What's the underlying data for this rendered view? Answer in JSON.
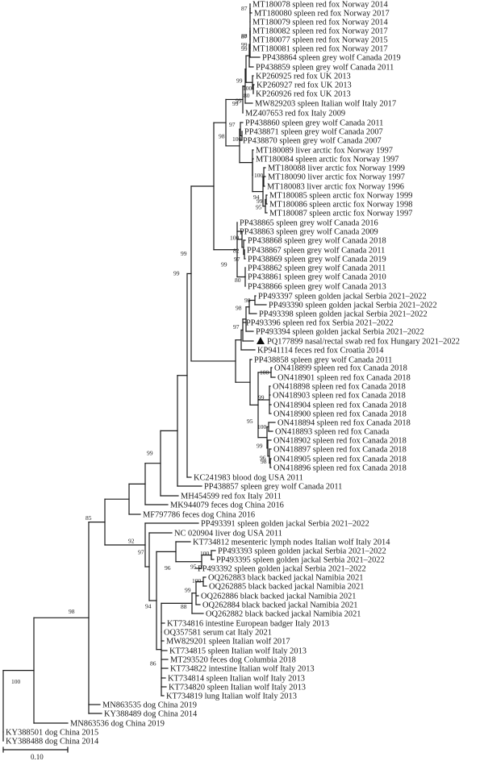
{
  "tree": {
    "scale_bar_label": "0.10",
    "marker": "triangle",
    "leaves": [
      {
        "id": "A0",
        "label": "MT180078 spleen red fox Norway 2014"
      },
      {
        "id": "A1",
        "label": "MT180080 spleen red fox Norway 2017"
      },
      {
        "id": "A2",
        "label": "MT180079 spleen red fox Norway 2014"
      },
      {
        "id": "A3",
        "label": "MT180082 spleen red fox Norway 2017"
      },
      {
        "id": "A4",
        "label": "MT180077 spleen red fox Norway 2015"
      },
      {
        "id": "A5",
        "label": "MT180081 spleen red fox Norway 2017"
      },
      {
        "id": "A6",
        "label": "PP438864 spleen grey wolf Canada 2019"
      },
      {
        "id": "A7",
        "label": "PP438859 spleen grey wolf Canada 2011"
      },
      {
        "id": "A8",
        "label": "KP260925 red fox UK 2013"
      },
      {
        "id": "A9",
        "label": "KP260927 red fox UK 2013"
      },
      {
        "id": "A10",
        "label": "KP260926 red fox UK 2013"
      },
      {
        "id": "A11",
        "label": "MW829203 spleen Italian wolf Italy 2017"
      },
      {
        "id": "A12",
        "label": "MZ407653 red fox Italy 2009"
      },
      {
        "id": "B0",
        "label": "PP438860 spleen grey wolf Canada 2011"
      },
      {
        "id": "B1",
        "label": "PP438871 spleen grey wolf Canada 2007"
      },
      {
        "id": "B2",
        "label": "PP438870 spleen grey wolf Canada 2007"
      },
      {
        "id": "C0",
        "label": "MT180089 liver arctic fox Norway 1997"
      },
      {
        "id": "C1",
        "label": "MT180084 spleen arctic fox Norway 1997"
      },
      {
        "id": "C2",
        "label": "MT180088 liver arctic fox Norway 1999"
      },
      {
        "id": "C3",
        "label": "MT180090 liver arctic fox Norway 1997"
      },
      {
        "id": "C4",
        "label": "MT180083 liver arctic fox Norway 1996"
      },
      {
        "id": "C5",
        "label": "MT180085 spleen arctic fox Norway 1999"
      },
      {
        "id": "C6",
        "label": "MT180086 spleen arctic fox Norway 1998"
      },
      {
        "id": "C7",
        "label": "MT180087 spleen arctic fox Norway 1997"
      },
      {
        "id": "D0",
        "label": "PP438865 spleen grey wolf Canada 2016"
      },
      {
        "id": "D1",
        "label": "PP438863 spleen grey wolf Canada 2009"
      },
      {
        "id": "D2",
        "label": "PP438868 spleen grey wolf Canada 2018"
      },
      {
        "id": "D3",
        "label": "PP438867 spleen grey wolf Canada 2011"
      },
      {
        "id": "D4",
        "label": "PP438869 spleen grey wolf Canada 2019"
      },
      {
        "id": "D5",
        "label": "PP438862 spleen grey wolf Canada 2011"
      },
      {
        "id": "D6",
        "label": "PP438861 spleen grey wolf Canada 2010"
      },
      {
        "id": "D7",
        "label": "PP438866 spleen grey wolf Canada 2013"
      },
      {
        "id": "E0",
        "label": "PP493397 spleen golden jackal Serbia 2021–2022"
      },
      {
        "id": "E1",
        "label": "PP493390 spleen golden jackal Serbia 2021–2022"
      },
      {
        "id": "E2",
        "label": "PP493398 spleen golden jackal Serbia 2021–2022"
      },
      {
        "id": "E3",
        "label": "PP493396 spleen red fox Serbia 2021–2022"
      },
      {
        "id": "E4",
        "label": "PP493394 spleen golden jackal Serbia 2021–2022"
      },
      {
        "id": "E5",
        "label": "PQ177899 nasal/rectal swab red fox Hungary 2021–2022",
        "marked": true
      },
      {
        "id": "E6",
        "label": "KP941114 feces red fox Croatia 2014"
      },
      {
        "id": "F0",
        "label": "PP438858 spleen grey wolf Canada 2011"
      },
      {
        "id": "F1",
        "label": "ON418899 spleen red fox Canada 2018"
      },
      {
        "id": "F2",
        "label": "ON418901 spleen red fox Canada 2018"
      },
      {
        "id": "F3",
        "label": "ON418898 spleen red fox Canada 2018"
      },
      {
        "id": "F4",
        "label": "ON418903 spleen red fox Canada 2018"
      },
      {
        "id": "F5",
        "label": "ON418904 spleen red fox Canada 2018"
      },
      {
        "id": "F6",
        "label": "ON418900 spleen red fox Canada 2018"
      },
      {
        "id": "F7",
        "label": "ON418894 spleen red fox Canada 2018"
      },
      {
        "id": "F8",
        "label": "ON418893 spleen red fox Canada"
      },
      {
        "id": "F9",
        "label": "ON418902 spleen red fox Canada 2018"
      },
      {
        "id": "F10",
        "label": "ON418897 spleen red fox Canada 2018"
      },
      {
        "id": "F11",
        "label": "ON418905 spleen red fox Canada 2018"
      },
      {
        "id": "F12",
        "label": "ON418896 spleen red fox Canada 2018"
      },
      {
        "id": "G0",
        "label": "KC241983 blood dog USA 2011"
      },
      {
        "id": "G1",
        "label": "PP438857 spleen grey wolf Canada 2011"
      },
      {
        "id": "G2",
        "label": "MH454599 red fox Italy 2011"
      },
      {
        "id": "G3",
        "label": "MK944079 feces dog China 2016"
      },
      {
        "id": "G4",
        "label": "MF797786 feces dog China 2016"
      },
      {
        "id": "H0",
        "label": "PP493391 spleen golden jackal Serbia 2021–2022"
      },
      {
        "id": "H1",
        "label": "NC 020904 liver dog USA 2011"
      },
      {
        "id": "H2",
        "label": "KT734812 mesenteric lymph nodes Italian wolf Italy 2014"
      },
      {
        "id": "H3",
        "label": "PP493393 spleen golden jackal Serbia 2021–2022"
      },
      {
        "id": "H4",
        "label": "PP493395 spleen golden jackal Serbia 2021–2022"
      },
      {
        "id": "H5",
        "label": "PP493392 spleen golden jackal Serbia 2021–2022"
      },
      {
        "id": "I0",
        "label": "OQ262883 black backed jackal Namibia 2021"
      },
      {
        "id": "I1",
        "label": "OQ262885 black backed jackal Namibia 2021"
      },
      {
        "id": "I2",
        "label": "OQ262886 black backed jackal Namibia 2021"
      },
      {
        "id": "I3",
        "label": "OQ262884 black backed jackal Namibia 2021"
      },
      {
        "id": "I4",
        "label": "OQ262882 black backed jackal Namibia 2021"
      },
      {
        "id": "J0",
        "label": "KT734816 intestine European badger Italy 2013"
      },
      {
        "id": "J1",
        "label": "OQ357581 serum cat Italy 2021"
      },
      {
        "id": "J2",
        "label": "MW829201 spleen Italian wolf 2017"
      },
      {
        "id": "J3",
        "label": "KT734815 spleen Italian wolf Italy 2013"
      },
      {
        "id": "J4",
        "label": "MT293520 feces dog Columbia 2018"
      },
      {
        "id": "J5",
        "label": "KT734822 intestine Italian wolf Italy 2013"
      },
      {
        "id": "J6",
        "label": "KT734814 spleen Italian wolf Italy 2013"
      },
      {
        "id": "J7",
        "label": "KT734820 spleen Italian wolf Italy 2013"
      },
      {
        "id": "J8",
        "label": "KT734819 lung Italian wolf Italy 2013"
      },
      {
        "id": "K0",
        "label": "MN863535 dog China 2019"
      },
      {
        "id": "K1",
        "label": "KY388489 dog China 2014"
      },
      {
        "id": "K2",
        "label": "MN863536 dog China 2019"
      },
      {
        "id": "K3",
        "label": "KY388501 dog China 2015"
      },
      {
        "id": "K4",
        "label": "KY388488 dog China 2014"
      }
    ],
    "bootstrap_values": [
      {
        "node": "n_a01",
        "value": "87"
      },
      {
        "node": "n_a0125",
        "value": "88"
      },
      {
        "node": "n_a34",
        "value": "99"
      },
      {
        "node": "n_a56",
        "value": "87"
      },
      {
        "node": "n_a567",
        "value": "99"
      },
      {
        "node": "n_kp",
        "value": "99"
      },
      {
        "node": "n_kp2",
        "value": "100"
      },
      {
        "node": "n_kp3",
        "value": "80"
      },
      {
        "node": "n_Aint",
        "value": "99"
      },
      {
        "node": "n_Aall",
        "value": "99"
      },
      {
        "node": "n_b12",
        "value": "100"
      },
      {
        "node": "n_Ball",
        "value": "97"
      },
      {
        "node": "n_c24",
        "value": "100"
      },
      {
        "node": "n_c234",
        "value": "94"
      },
      {
        "node": "n_c56",
        "value": "99"
      },
      {
        "node": "n_c567",
        "value": "95"
      },
      {
        "node": "n_BC",
        "value": "98"
      },
      {
        "node": "n_d23",
        "value": "100"
      },
      {
        "node": "n_d234",
        "value": "82"
      },
      {
        "node": "n_d4",
        "value": "97"
      },
      {
        "node": "n_d567",
        "value": "80"
      },
      {
        "node": "n_d0to4",
        "value": "99"
      },
      {
        "node": "n_e01",
        "value": "98"
      },
      {
        "node": "n_e0to4",
        "value": "98"
      },
      {
        "node": "n_E",
        "value": "97"
      },
      {
        "node": "n_f12",
        "value": "100"
      },
      {
        "node": "n_f3456",
        "value": "99"
      },
      {
        "node": "n_fbig",
        "value": "95"
      },
      {
        "node": "n_f78",
        "value": "100"
      },
      {
        "node": "n_f9to12",
        "value": "99"
      },
      {
        "node": "n_f11",
        "value": "96"
      },
      {
        "node": "n_f12b",
        "value": "98"
      },
      {
        "node": "n_big",
        "value": "99"
      },
      {
        "node": "n_root99",
        "value": "99"
      },
      {
        "node": "n_g2",
        "value": "99"
      },
      {
        "node": "n_h34",
        "value": "100"
      },
      {
        "node": "n_h345",
        "value": "95"
      },
      {
        "node": "n_Hb",
        "value": "97"
      },
      {
        "node": "n_H",
        "value": "96"
      },
      {
        "node": "n_i01",
        "value": "100"
      },
      {
        "node": "n_i0to3",
        "value": "99"
      },
      {
        "node": "n_I",
        "value": "88"
      },
      {
        "node": "n_IJ",
        "value": "94"
      },
      {
        "node": "n_IJ2",
        "value": "86"
      },
      {
        "node": "n_HIJ",
        "value": "92"
      },
      {
        "node": "n_mid",
        "value": "85"
      },
      {
        "node": "n_k1",
        "value": "98"
      },
      {
        "node": "n_k2",
        "value": "100"
      }
    ]
  }
}
